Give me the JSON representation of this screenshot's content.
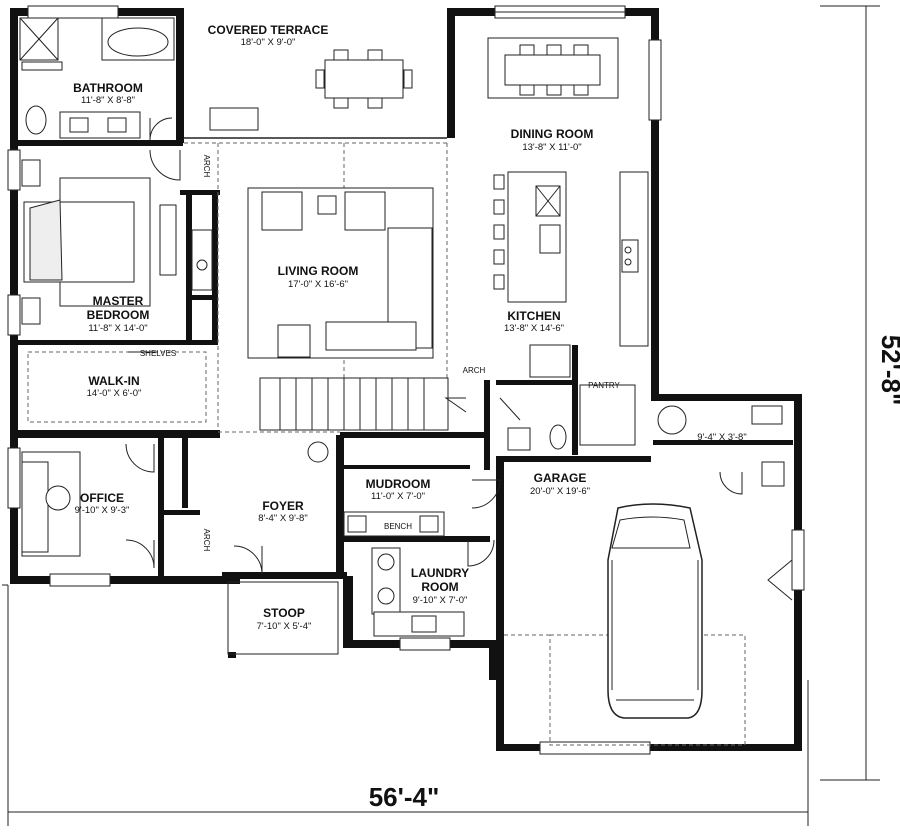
{
  "plan": {
    "width_dim": "56'-4\"",
    "depth_dim": "52'-8\""
  },
  "rooms": {
    "bathroom": {
      "name": "BATHROOM",
      "size": "11'-8\" X 8'-8\""
    },
    "covered_terrace": {
      "name": "COVERED TERRACE",
      "size": "18'-0\" X 9'-0\""
    },
    "dining_room": {
      "name": "DINING ROOM",
      "size": "13'-8\" X 11'-0\""
    },
    "living_room": {
      "name": "LIVING ROOM",
      "size": "17'-0\" X 16'-6\""
    },
    "master_bedroom": {
      "name1": "MASTER",
      "name2": "BEDROOM",
      "size": "11'-8\" X 14'-0\""
    },
    "kitchen": {
      "name": "KITCHEN",
      "size": "13'-8\" X 14'-6\""
    },
    "walk_in": {
      "name": "WALK-IN",
      "size": "14'-0\" X 6'-0\""
    },
    "pantry": {
      "name": "PANTRY"
    },
    "storage": {
      "size": "9'-4\" X 3'-8\""
    },
    "office": {
      "name": "OFFICE",
      "size": "9'-10\" X 9'-3\""
    },
    "foyer": {
      "name": "FOYER",
      "size": "8'-4\" X 9'-8\""
    },
    "mudroom": {
      "name": "MUDROOM",
      "size": "11'-0\" X 7'-0\""
    },
    "garage": {
      "name": "GARAGE",
      "size": "20'-0\" X 19'-6\""
    },
    "laundry_room": {
      "name1": "LAUNDRY",
      "name2": "ROOM",
      "size": "9'-10\" X 7'-0\""
    },
    "stoop": {
      "name": "STOOP",
      "size": "7'-10\" X 5'-4\""
    }
  },
  "notes": {
    "arch": "ARCH",
    "shelves": "SHELVES",
    "bench": "BENCH"
  }
}
